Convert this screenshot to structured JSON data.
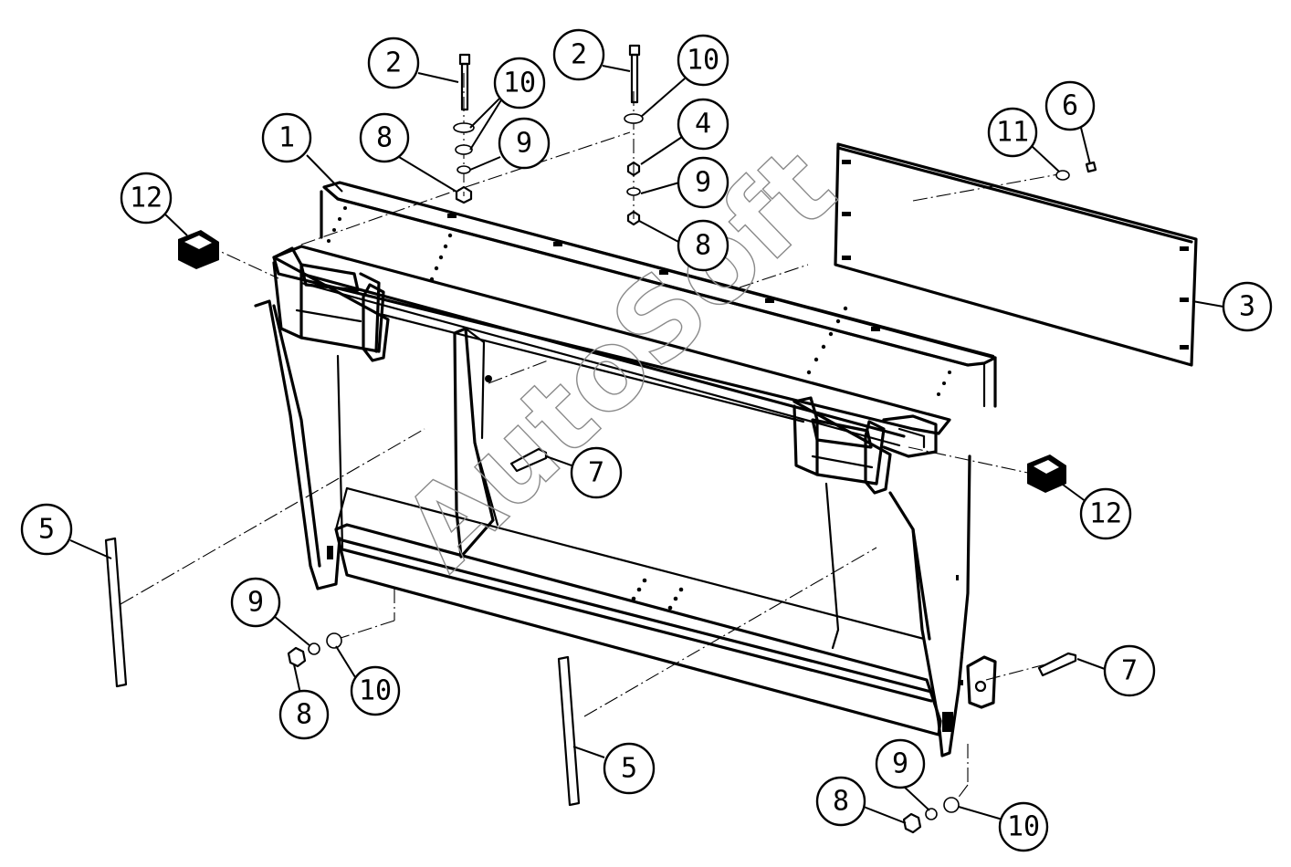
{
  "watermark": "AutoSoft",
  "callouts": [
    {
      "id": "c1",
      "label": "1"
    },
    {
      "id": "c2a",
      "label": "2"
    },
    {
      "id": "c2b",
      "label": "2"
    },
    {
      "id": "c3",
      "label": "3"
    },
    {
      "id": "c4",
      "label": "4"
    },
    {
      "id": "c5a",
      "label": "5"
    },
    {
      "id": "c5b",
      "label": "5"
    },
    {
      "id": "c6",
      "label": "6"
    },
    {
      "id": "c7a",
      "label": "7"
    },
    {
      "id": "c7b",
      "label": "7"
    },
    {
      "id": "c8a",
      "label": "8"
    },
    {
      "id": "c8b",
      "label": "8"
    },
    {
      "id": "c8c",
      "label": "8"
    },
    {
      "id": "c8d",
      "label": "8"
    },
    {
      "id": "c9a",
      "label": "9"
    },
    {
      "id": "c9b",
      "label": "9"
    },
    {
      "id": "c9c",
      "label": "9"
    },
    {
      "id": "c9d",
      "label": "9"
    },
    {
      "id": "c10a",
      "label": "10"
    },
    {
      "id": "c10b",
      "label": "10"
    },
    {
      "id": "c10c",
      "label": "10"
    },
    {
      "id": "c10d",
      "label": "10"
    },
    {
      "id": "c11",
      "label": "11"
    },
    {
      "id": "c12a",
      "label": "12"
    },
    {
      "id": "c12b",
      "label": "12"
    }
  ]
}
